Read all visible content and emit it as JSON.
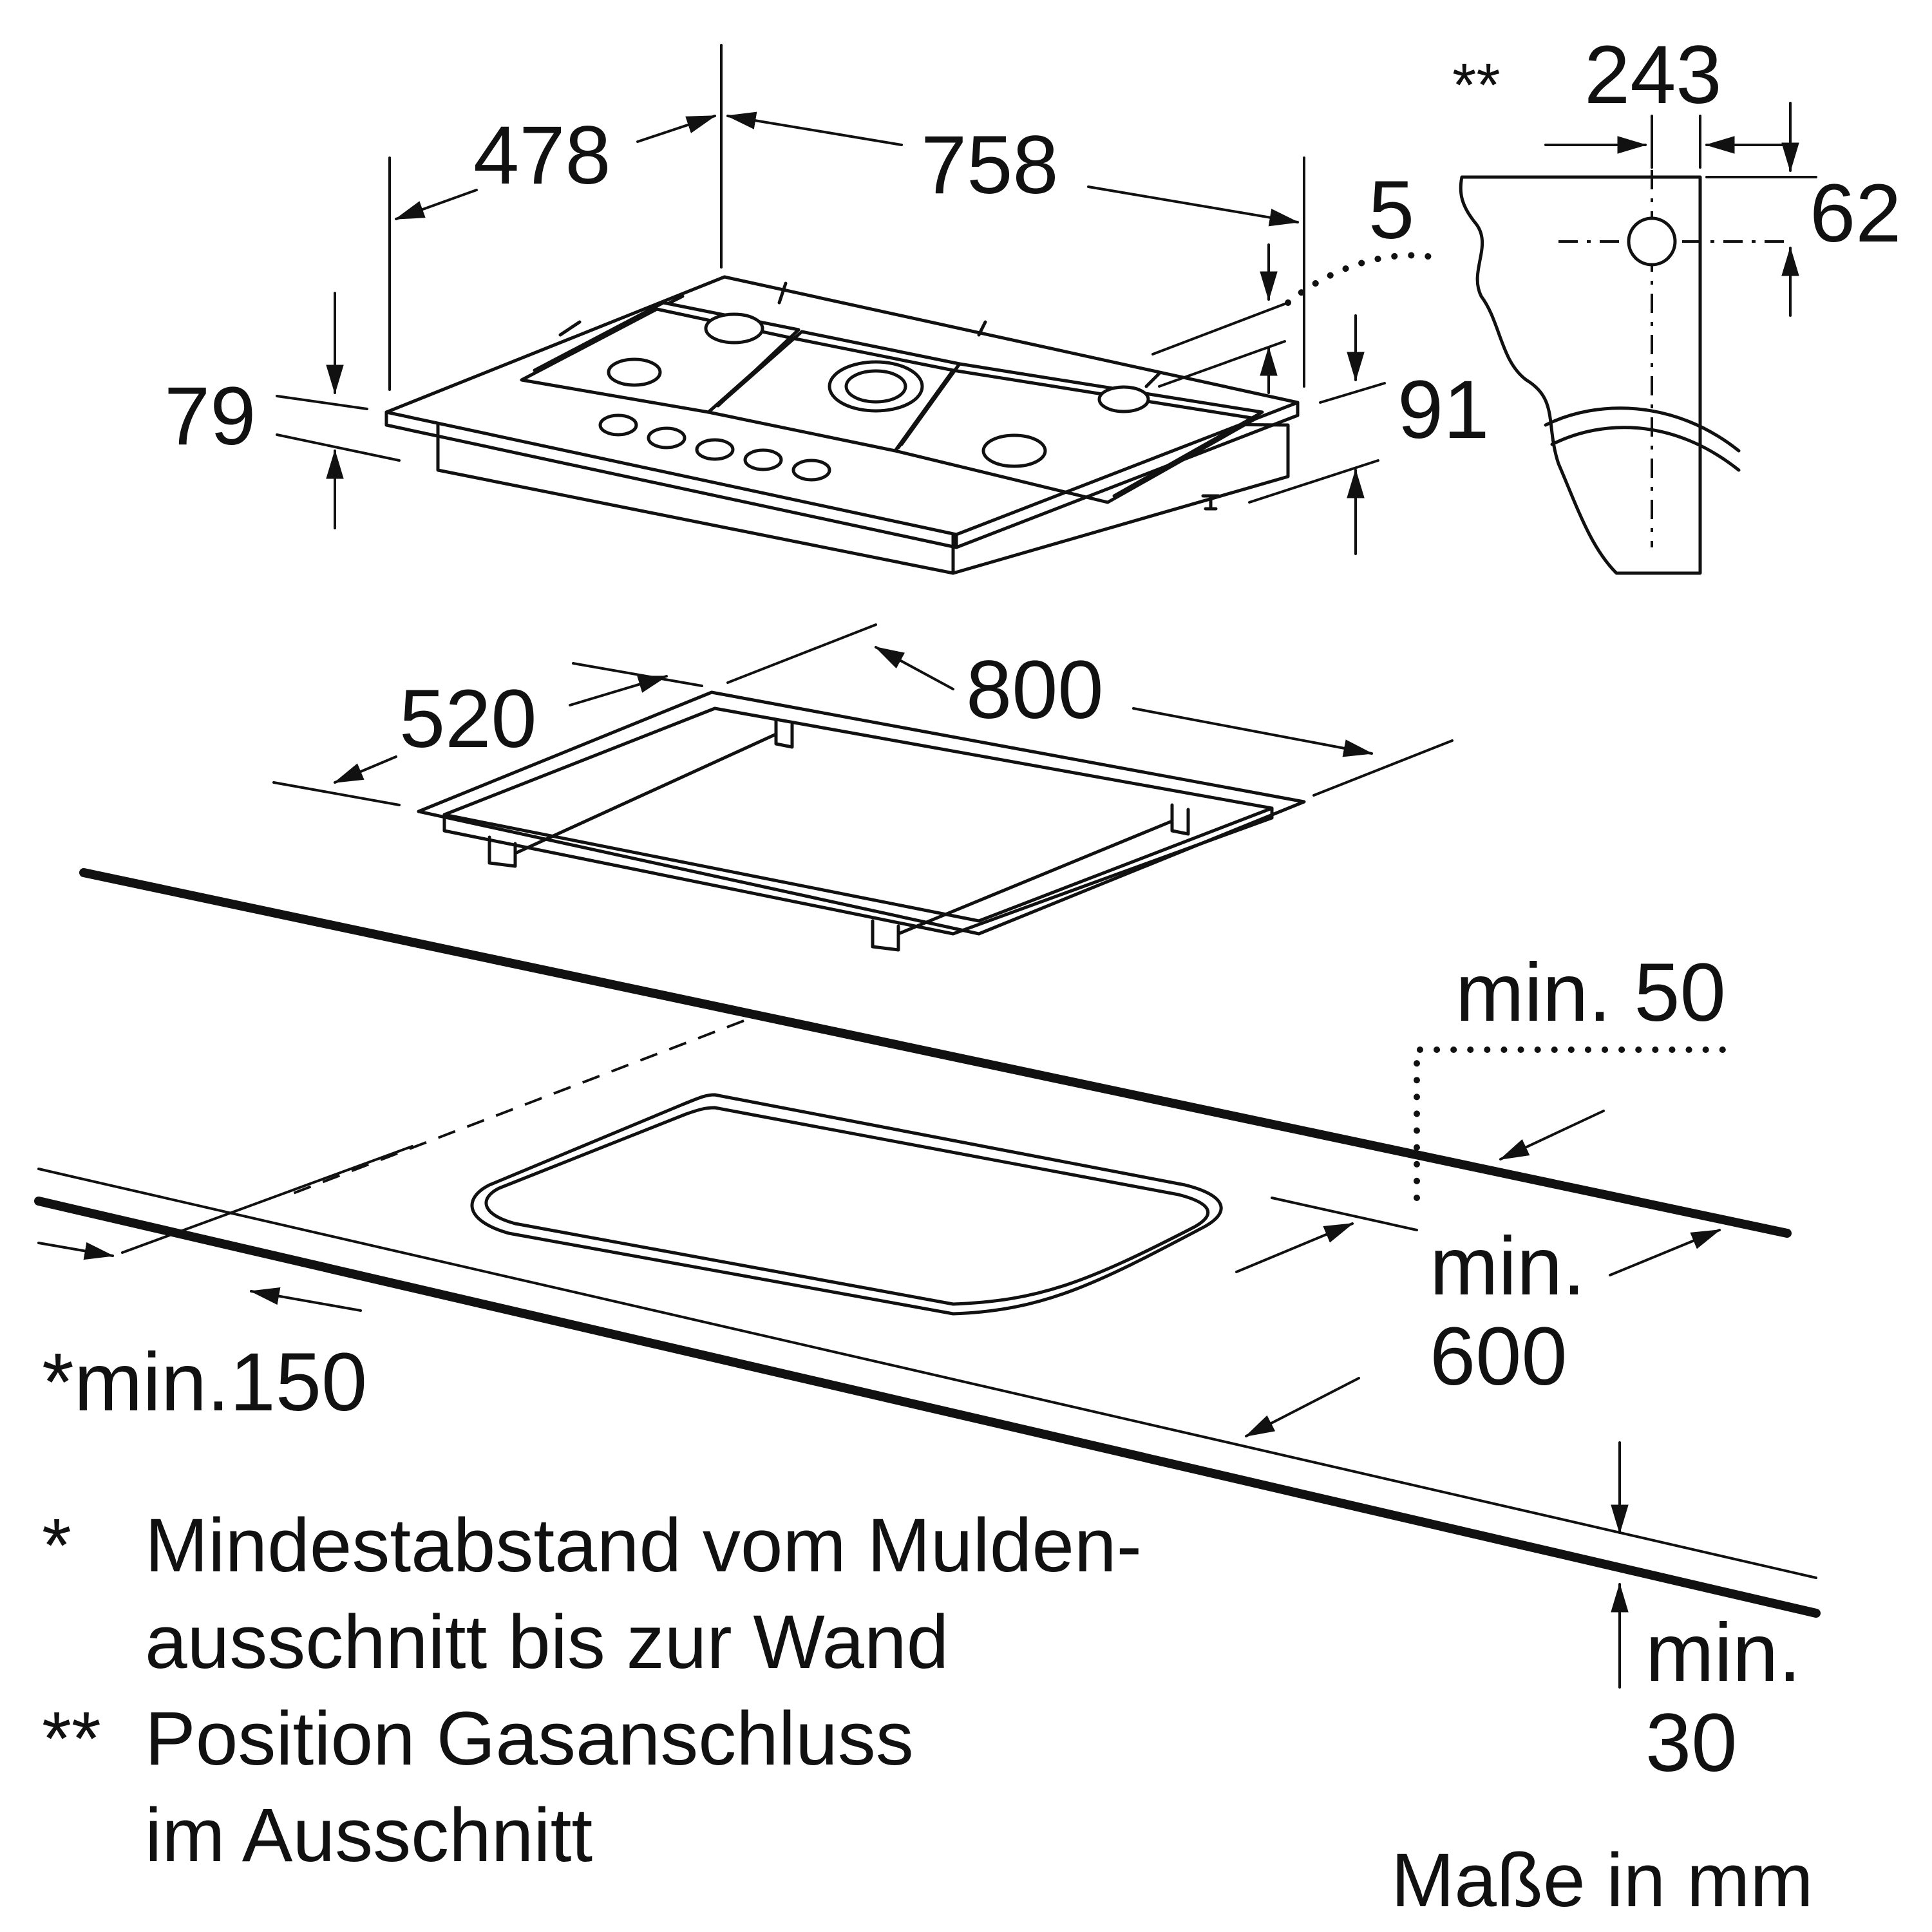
{
  "dimensions": {
    "hob_depth": "478",
    "hob_width": "758",
    "hob_height": "79",
    "glass_offset": "5",
    "connection_height": "91",
    "gas_offset_x": "243",
    "gas_offset_y": "62",
    "gas_mark": "**",
    "cutout_depth": "520",
    "cutout_width": "800",
    "min_rear": "min. 50",
    "min_side_line1": "min.",
    "min_side_line2": "600",
    "min_wall": "*min.150",
    "min_thickness_line1": "min.",
    "min_thickness_line2": "30"
  },
  "footnotes": [
    {
      "marker": "*",
      "line1": "Mindestabstand vom Mulden-",
      "line2": "ausschnitt bis zur Wand"
    },
    {
      "marker": "**",
      "line1": "Position Gasanschluss",
      "line2": "im Ausschnitt"
    }
  ],
  "unit_note": "Maße in mm"
}
